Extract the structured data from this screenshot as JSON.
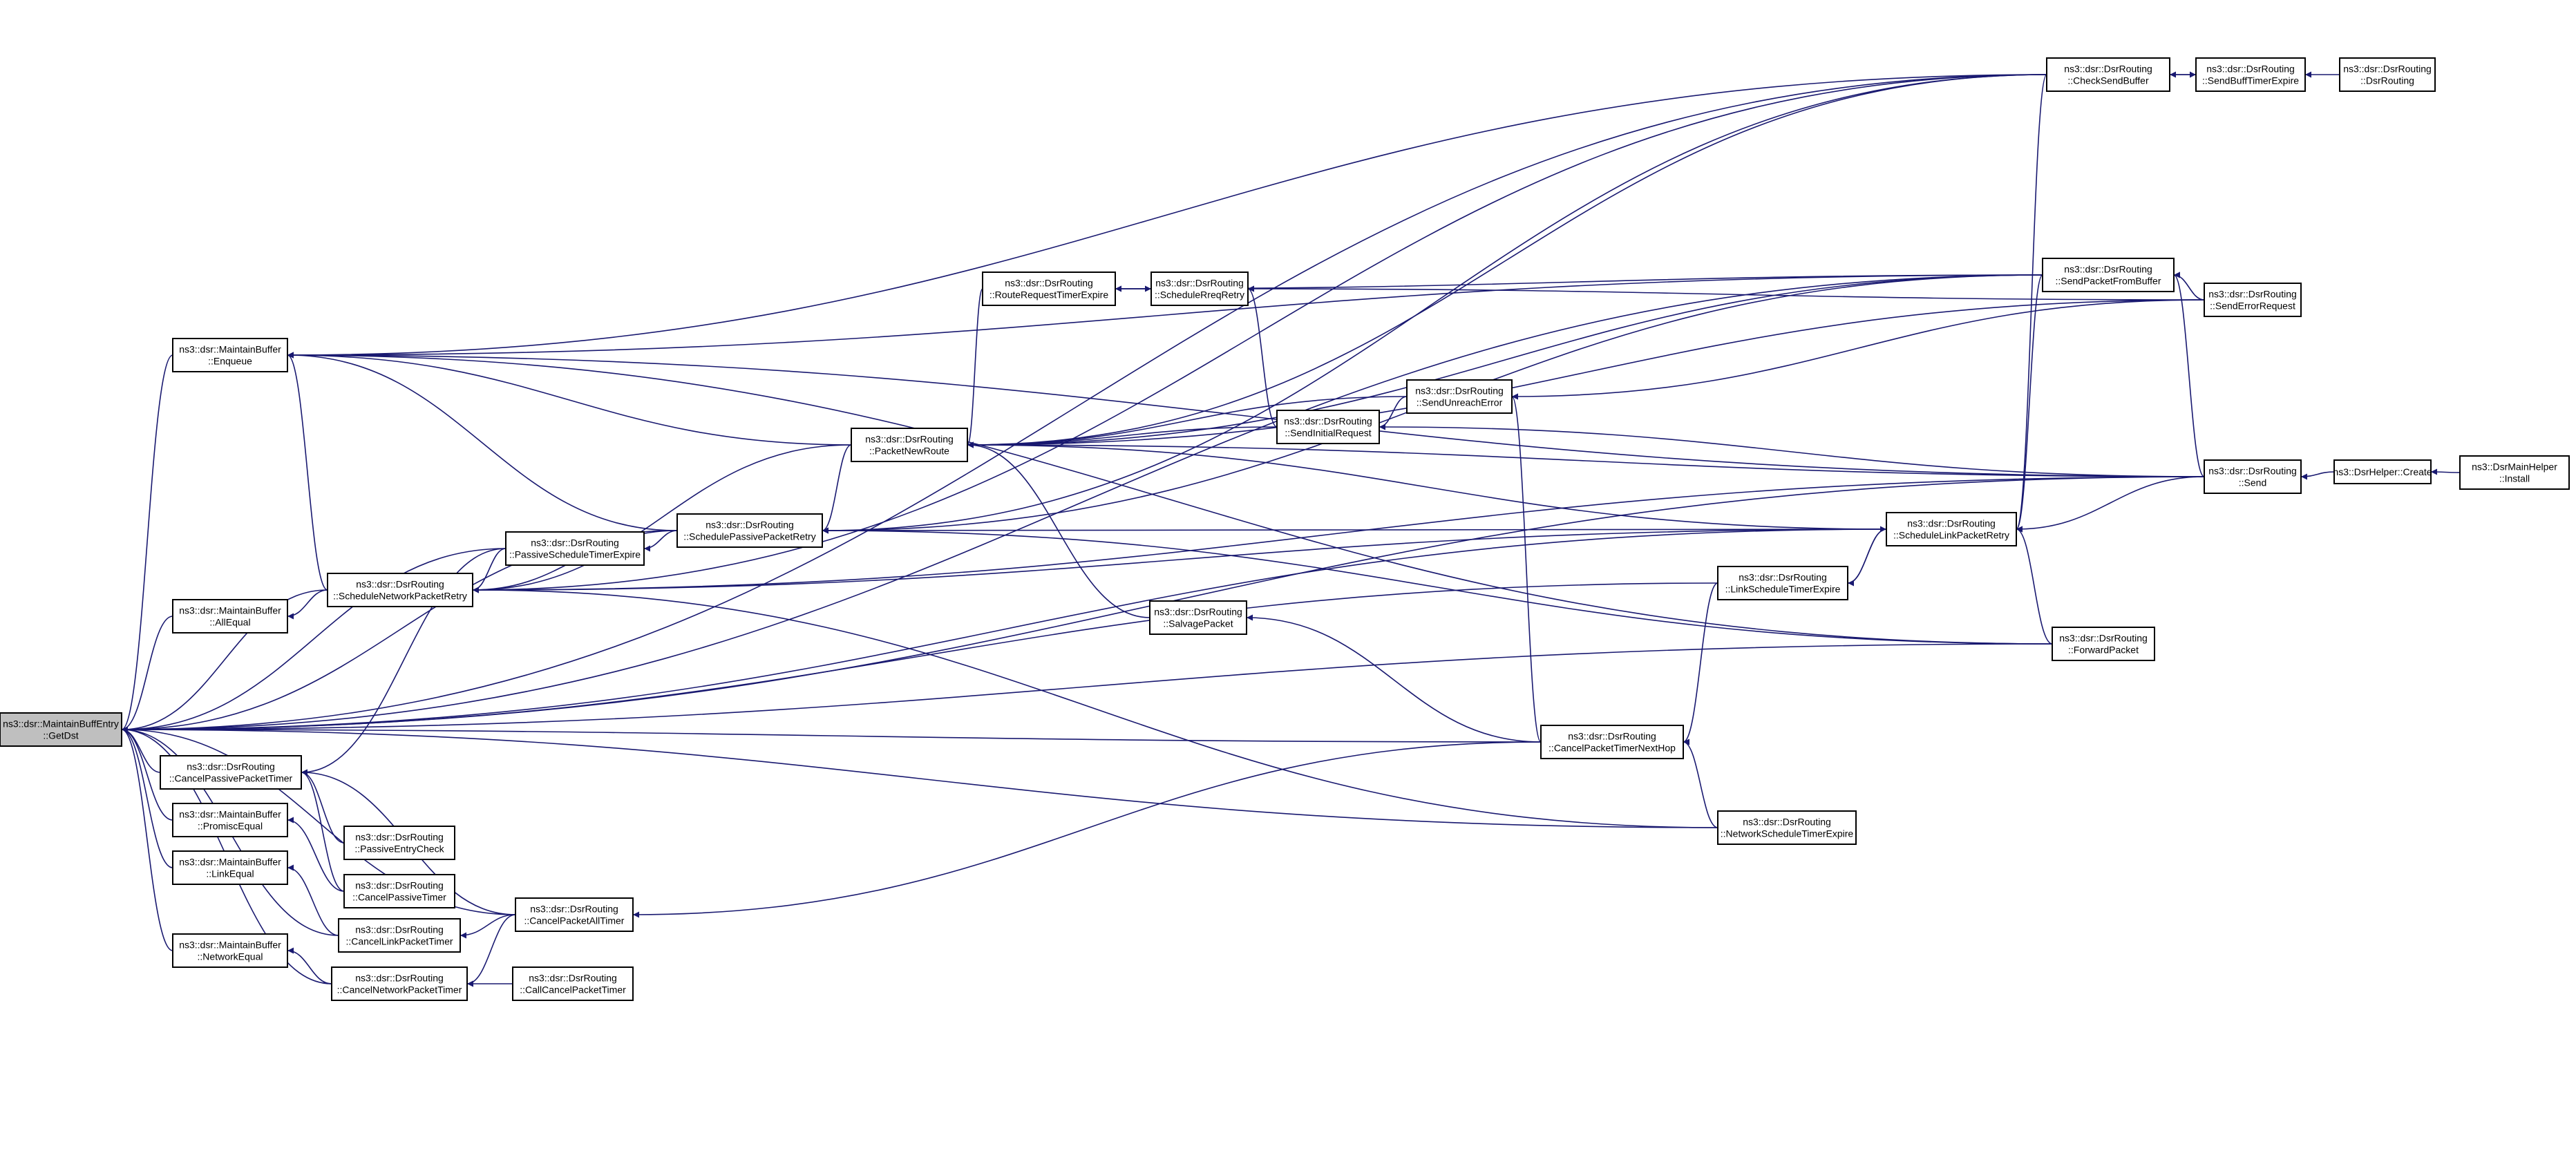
{
  "colors": {
    "edge": "#191970",
    "node_border": "#000000",
    "root_fill": "#bfbfbf",
    "node_fill": "#ffffff"
  },
  "nodes": [
    {
      "id": "getdst",
      "root": true,
      "lines": [
        "ns3::dsr::MaintainBuffEntry",
        "::GetDst"
      ]
    },
    {
      "id": "enqueue",
      "lines": [
        "ns3::dsr::MaintainBuffer",
        "::Enqueue"
      ]
    },
    {
      "id": "allequal",
      "lines": [
        "ns3::dsr::MaintainBuffer",
        "::AllEqual"
      ]
    },
    {
      "id": "cancelpassivepackettimer",
      "lines": [
        "ns3::dsr::DsrRouting",
        "::CancelPassivePacketTimer"
      ]
    },
    {
      "id": "promiscequal",
      "lines": [
        "ns3::dsr::MaintainBuffer",
        "::PromiscEqual"
      ]
    },
    {
      "id": "linkequal",
      "lines": [
        "ns3::dsr::MaintainBuffer",
        "::LinkEqual"
      ]
    },
    {
      "id": "networkequal",
      "lines": [
        "ns3::dsr::MaintainBuffer",
        "::NetworkEqual"
      ]
    },
    {
      "id": "schedulenetworkpacketretry",
      "lines": [
        "ns3::dsr::DsrRouting",
        "::ScheduleNetworkPacketRetry"
      ]
    },
    {
      "id": "passiveentrycheck",
      "lines": [
        "ns3::dsr::DsrRouting",
        "::PassiveEntryCheck"
      ]
    },
    {
      "id": "cancelpassivetimer",
      "lines": [
        "ns3::dsr::DsrRouting",
        "::CancelPassiveTimer"
      ]
    },
    {
      "id": "cancellinkpackettimer",
      "lines": [
        "ns3::dsr::DsrRouting",
        "::CancelLinkPacketTimer"
      ]
    },
    {
      "id": "cancelnetworkpackettimer",
      "lines": [
        "ns3::dsr::DsrRouting",
        "::CancelNetworkPacketTimer"
      ]
    },
    {
      "id": "passivescheduletimerexpire",
      "lines": [
        "ns3::dsr::DsrRouting",
        "::PassiveScheduleTimerExpire"
      ]
    },
    {
      "id": "cancelpacketalltimer",
      "lines": [
        "ns3::dsr::DsrRouting",
        "::CancelPacketAllTimer"
      ]
    },
    {
      "id": "callcancelpackettimer",
      "lines": [
        "ns3::dsr::DsrRouting",
        "::CallCancelPacketTimer"
      ]
    },
    {
      "id": "schedulepassivepacketretry",
      "lines": [
        "ns3::dsr::DsrRouting",
        "::SchedulePassivePacketRetry"
      ]
    },
    {
      "id": "packetnewroute",
      "lines": [
        "ns3::dsr::DsrRouting",
        "::PacketNewRoute"
      ]
    },
    {
      "id": "routerequesttimerexpire",
      "lines": [
        "ns3::dsr::DsrRouting",
        "::RouteRequestTimerExpire"
      ]
    },
    {
      "id": "salvagepacket",
      "lines": [
        "ns3::dsr::DsrRouting",
        "::SalvagePacket"
      ]
    },
    {
      "id": "schedulereqretry",
      "lines": [
        "ns3::dsr::DsrRouting",
        "::ScheduleRreqRetry"
      ]
    },
    {
      "id": "sendinitialrequest",
      "lines": [
        "ns3::dsr::DsrRouting",
        "::SendInitialRequest"
      ]
    },
    {
      "id": "sendunreacherror",
      "lines": [
        "ns3::dsr::DsrRouting",
        "::SendUnreachError"
      ]
    },
    {
      "id": "cancelpackettimernexthop",
      "lines": [
        "ns3::dsr::DsrRouting",
        "::CancelPacketTimerNextHop"
      ]
    },
    {
      "id": "linkscheduletimerexpire",
      "lines": [
        "ns3::dsr::DsrRouting",
        "::LinkScheduleTimerExpire"
      ]
    },
    {
      "id": "networkscheduletimerexpire",
      "lines": [
        "ns3::dsr::DsrRouting",
        "::NetworkScheduleTimerExpire"
      ]
    },
    {
      "id": "schedulelinkpacketretry",
      "lines": [
        "ns3::dsr::DsrRouting",
        "::ScheduleLinkPacketRetry"
      ]
    },
    {
      "id": "checksendbuffer",
      "lines": [
        "ns3::dsr::DsrRouting",
        "::CheckSendBuffer"
      ]
    },
    {
      "id": "sendpacketfrombuffer",
      "lines": [
        "ns3::dsr::DsrRouting",
        "::SendPacketFromBuffer"
      ]
    },
    {
      "id": "forwardpacket",
      "lines": [
        "ns3::dsr::DsrRouting",
        "::ForwardPacket"
      ]
    },
    {
      "id": "sendbufftimerexpire",
      "lines": [
        "ns3::dsr::DsrRouting",
        "::SendBuffTimerExpire"
      ]
    },
    {
      "id": "dsrrouting",
      "lines": [
        "ns3::dsr::DsrRouting",
        "::DsrRouting"
      ]
    },
    {
      "id": "senderrorrequest",
      "lines": [
        "ns3::dsr::DsrRouting",
        "::SendErrorRequest"
      ]
    },
    {
      "id": "send",
      "lines": [
        "ns3::dsr::DsrRouting",
        "::Send"
      ]
    },
    {
      "id": "dsrhelpercreate",
      "lines": [
        "ns3::DsrHelper::Create"
      ]
    },
    {
      "id": "dsrmainhelperinstall",
      "lines": [
        "ns3::DsrMainHelper",
        "::Install"
      ]
    }
  ]
}
